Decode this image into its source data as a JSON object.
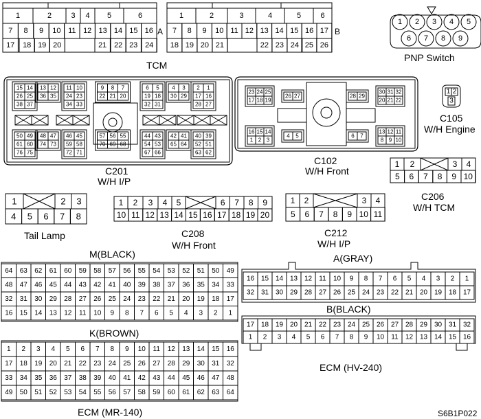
{
  "labels": {
    "pnp": "PNP Switch",
    "tcm": "TCM",
    "c201_a": "C201",
    "c201_b": "W/H I/P",
    "c102_a": "C102",
    "c102_b": "W/H Front",
    "c105_a": "C105",
    "c105_b": "W/H Engine",
    "c206_a": "C206",
    "c206_b": "W/H TCM",
    "tail": "Tail Lamp",
    "c208_a": "C208",
    "c208_b": "W/H Front",
    "c212_a": "C212",
    "c212_b": "W/H I/P",
    "m": "M(BLACK)",
    "agray": "A(GRAY)",
    "bblack": "B(BLACK)",
    "kbrown": "K(BROWN)",
    "hv": "ECM (HV-240)",
    "mr": "ECM (MR-140)",
    "code": "S6B1P022",
    "conn_a": "A",
    "conn_b": "B"
  },
  "connA": {
    "top": [
      "1",
      "2",
      "3",
      "4",
      "5",
      "6"
    ],
    "row2": [
      "7",
      "8",
      "9",
      "10",
      "11",
      "12",
      "13",
      "14",
      "15",
      "16"
    ],
    "row3": [
      "17",
      "18",
      "19",
      "20",
      "",
      "21",
      "22",
      "23",
      "24"
    ]
  },
  "connB": {
    "top": [
      "1",
      "2",
      "3",
      "4",
      "5",
      "6"
    ],
    "row2": [
      "7",
      "8",
      "9",
      "10",
      "11",
      "12",
      "13",
      "14",
      "15",
      "16",
      "17"
    ],
    "row3": [
      "18",
      "19",
      "20",
      "21",
      "",
      "22",
      "23",
      "24",
      "25",
      "26"
    ]
  },
  "pnp_pins": [
    "1",
    "2",
    "3",
    "4",
    "5",
    "6",
    "7",
    "8",
    "9"
  ],
  "c105_pins": [
    "1",
    "2",
    "3"
  ],
  "tcm_blocks_top": [
    [
      "15",
      "14",
      "26",
      "25",
      "38",
      "37"
    ],
    [
      "13",
      "12",
      "36",
      "35"
    ],
    [
      "11",
      "10",
      "24",
      "23",
      "34",
      "33"
    ],
    [
      "9",
      "8",
      "7",
      "22",
      "21",
      "20"
    ],
    [
      "6",
      "5",
      "19",
      "18",
      "32",
      "31"
    ],
    [
      "4",
      "3",
      "30",
      "29"
    ],
    [
      "2",
      "1",
      "17",
      "16",
      "28",
      "27"
    ]
  ],
  "tcm_blocks_bot": [
    [
      "50",
      "49",
      "61",
      "60",
      "76",
      "75"
    ],
    [
      "48",
      "47",
      "74",
      "73"
    ],
    [
      "46",
      "45",
      "59",
      "58",
      "72",
      "71"
    ],
    [
      "57",
      "56",
      "55",
      "70",
      "69",
      "68"
    ],
    [
      "44",
      "43",
      "54",
      "53",
      "67",
      "66"
    ],
    [
      "42",
      "41",
      "65",
      "64"
    ],
    [
      "40",
      "39",
      "52",
      "51",
      "63",
      "62"
    ]
  ],
  "c102_blocks": [
    [
      "23",
      "24",
      "25",
      "17",
      "18",
      "19"
    ],
    [
      "26",
      "27"
    ],
    [
      "28",
      "29"
    ],
    [
      "30",
      "31",
      "32",
      "20",
      "21",
      "22"
    ],
    [
      "16",
      "15",
      "14",
      "1",
      "2",
      "3"
    ],
    [
      "4",
      "5"
    ],
    [
      "6",
      "7"
    ],
    [
      "13",
      "12",
      "11",
      "8",
      "9",
      "10"
    ]
  ],
  "c206": {
    "top": [
      "1",
      "2",
      "3",
      "4"
    ],
    "bot": [
      "5",
      "6",
      "7",
      "8",
      "9",
      "10"
    ]
  },
  "tail": {
    "top": [
      "1",
      "2",
      "3"
    ],
    "bot": [
      "4",
      "5",
      "6",
      "7",
      "8"
    ]
  },
  "c208": {
    "top": [
      "1",
      "2",
      "3",
      "4",
      "5",
      "6",
      "7",
      "8",
      "9"
    ],
    "bot": [
      "10",
      "11",
      "12",
      "13",
      "14",
      "15",
      "16",
      "17",
      "18",
      "19",
      "20"
    ]
  },
  "c212": {
    "top": [
      "1",
      "2",
      "3",
      "4"
    ],
    "bot": [
      "5",
      "6",
      "7",
      "8",
      "9",
      "10",
      "11"
    ]
  },
  "m_black": [
    [
      "64",
      "63",
      "62",
      "61",
      "60",
      "59",
      "58",
      "57",
      "56",
      "55",
      "54",
      "53",
      "52",
      "51",
      "50",
      "49"
    ],
    [
      "48",
      "47",
      "46",
      "45",
      "44",
      "43",
      "42",
      "41",
      "40",
      "39",
      "38",
      "37",
      "36",
      "35",
      "34",
      "33"
    ],
    [
      "32",
      "31",
      "30",
      "29",
      "28",
      "27",
      "26",
      "25",
      "24",
      "23",
      "22",
      "21",
      "20",
      "19",
      "18",
      "17"
    ],
    [
      "16",
      "15",
      "14",
      "13",
      "12",
      "11",
      "10",
      "9",
      "8",
      "7",
      "6",
      "5",
      "4",
      "3",
      "2",
      "1"
    ]
  ],
  "a_gray": [
    [
      "16",
      "15",
      "14",
      "13",
      "12",
      "11",
      "10",
      "9",
      "8",
      "7",
      "6",
      "5",
      "4",
      "3",
      "2",
      "1"
    ],
    [
      "32",
      "31",
      "30",
      "29",
      "28",
      "27",
      "26",
      "25",
      "24",
      "23",
      "22",
      "21",
      "20",
      "19",
      "18",
      "17"
    ]
  ],
  "b_black": [
    [
      "17",
      "18",
      "19",
      "20",
      "21",
      "22",
      "23",
      "24",
      "25",
      "26",
      "27",
      "28",
      "29",
      "30",
      "31",
      "32"
    ],
    [
      "1",
      "2",
      "3",
      "4",
      "5",
      "6",
      "7",
      "8",
      "9",
      "10",
      "11",
      "12",
      "13",
      "14",
      "15",
      "16"
    ]
  ],
  "k_brown": [
    [
      "1",
      "2",
      "3",
      "4",
      "5",
      "6",
      "7",
      "8",
      "9",
      "10",
      "11",
      "12",
      "13",
      "14",
      "15",
      "16"
    ],
    [
      "17",
      "18",
      "19",
      "20",
      "21",
      "22",
      "23",
      "24",
      "25",
      "26",
      "27",
      "28",
      "29",
      "30",
      "31",
      "32"
    ],
    [
      "33",
      "34",
      "35",
      "36",
      "37",
      "38",
      "39",
      "40",
      "41",
      "42",
      "43",
      "44",
      "45",
      "46",
      "47",
      "48"
    ],
    [
      "49",
      "50",
      "51",
      "52",
      "53",
      "54",
      "55",
      "56",
      "57",
      "58",
      "59",
      "60",
      "61",
      "62",
      "63",
      "64"
    ]
  ]
}
